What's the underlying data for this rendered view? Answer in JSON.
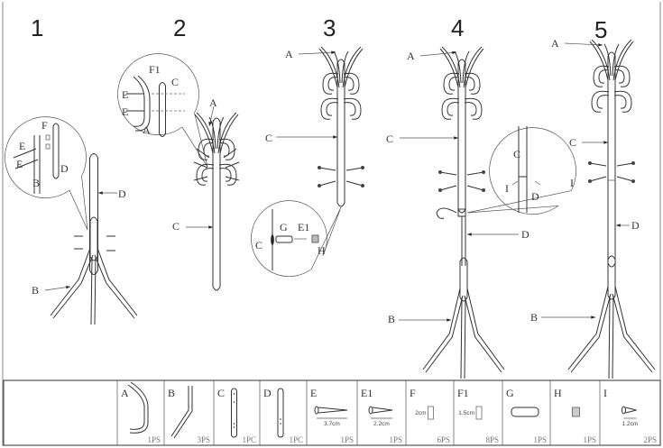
{
  "steps": [
    "1",
    "2",
    "3",
    "4",
    "5"
  ],
  "callouts": {
    "step1": {
      "pole": "D",
      "leg": "B",
      "zoom_screw_1": "E",
      "zoom_screw_2": "E",
      "zoom_plug": "F",
      "zoom_pole": "D",
      "zoom_leg": "B"
    },
    "step2": {
      "hook": "A",
      "pole": "C",
      "zoom_plug": "F1",
      "zoom_pole": "C",
      "zoom_screw_1": "E",
      "zoom_screw_2": "E",
      "zoom_hook": "A"
    },
    "step3": {
      "hook": "A",
      "pole": "C",
      "zoom_pole": "C",
      "zoom_cap": "G",
      "zoom_screw": "E1",
      "zoom_nut": "H"
    },
    "step4": {
      "hook": "A",
      "pole_upper": "C",
      "pole_lower": "D",
      "leg": "B",
      "zoom_pole_upper": "C",
      "zoom_pole_lower": "D",
      "zoom_screw_1": "I",
      "zoom_screw_2": "I"
    },
    "step5": {
      "hook": "A",
      "pole_upper": "C",
      "pole_lower": "D",
      "leg": "B"
    }
  },
  "parts": [
    {
      "letter": "A",
      "qty": "1PS"
    },
    {
      "letter": "B",
      "qty": "3PS"
    },
    {
      "letter": "C",
      "qty": "1PC"
    },
    {
      "letter": "D",
      "qty": "1PC"
    },
    {
      "letter": "E",
      "qty": "1PS",
      "size": "3.7cm"
    },
    {
      "letter": "E1",
      "qty": "1PS",
      "size": "2.2cm"
    },
    {
      "letter": "F",
      "qty": "6PS",
      "size": "2cm"
    },
    {
      "letter": "F1",
      "qty": "8PS",
      "size": "1.5cm"
    },
    {
      "letter": "G",
      "qty": "1PS"
    },
    {
      "letter": "H",
      "qty": "1PS"
    },
    {
      "letter": "I",
      "qty": "2PS",
      "size": "1.2cm"
    }
  ]
}
